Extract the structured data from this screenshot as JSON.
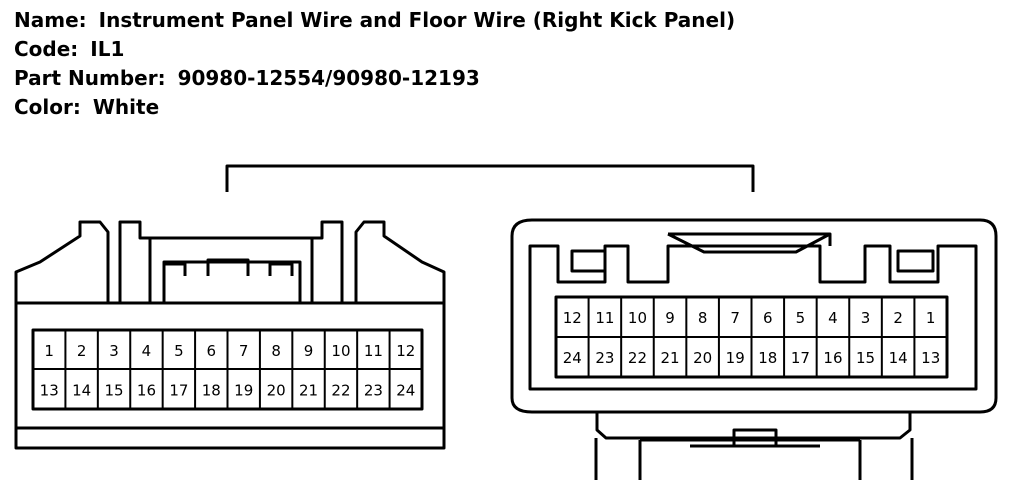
{
  "info": {
    "name_label": "Name:",
    "name_value": "Instrument Panel Wire and Floor Wire (Right Kick Panel)",
    "code_label": "Code:",
    "code_value": "IL1",
    "part_label": "Part Number:",
    "part_value": "90980-12554/90980-12193",
    "color_label": "Color:",
    "color_value": "White"
  },
  "left_connector": {
    "row1": [
      "1",
      "2",
      "3",
      "4",
      "5",
      "6",
      "7",
      "8",
      "9",
      "10",
      "11",
      "12"
    ],
    "row2": [
      "13",
      "14",
      "15",
      "16",
      "17",
      "18",
      "19",
      "20",
      "21",
      "22",
      "23",
      "24"
    ]
  },
  "right_connector": {
    "row1": [
      "12",
      "11",
      "10",
      "9",
      "8",
      "7",
      "6",
      "5",
      "4",
      "3",
      "2",
      "1"
    ],
    "row2": [
      "24",
      "23",
      "22",
      "21",
      "20",
      "19",
      "18",
      "17",
      "16",
      "15",
      "14",
      "13"
    ]
  }
}
